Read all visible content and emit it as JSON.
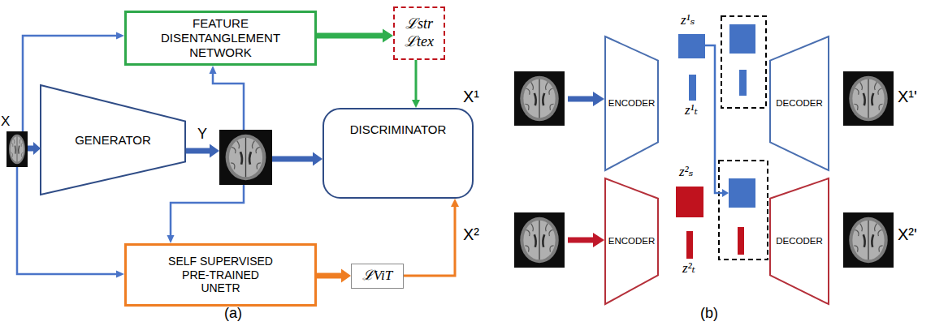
{
  "diagram": {
    "nodes": [
      {
        "text": [
          "FEATURE DISENTANGLEMENT NETWORK"
        ]
      },
      {
        "text": [
          "ℒstr",
          "ℒtex"
        ]
      },
      {
        "text": [
          "X"
        ]
      },
      {
        "text": [
          "GENERATOR"
        ]
      },
      {
        "text": [
          "Y"
        ]
      },
      {
        "text": [
          "DISCRIMINATOR"
        ]
      },
      {
        "text": [
          "SELF SUPERVISED PRE-TRAINED UNETR"
        ]
      },
      {
        "text": [
          "ℒViT"
        ]
      },
      {
        "text": [
          "ENCODER"
        ]
      },
      {
        "text": [
          "DECODER"
        ]
      },
      {
        "text": [
          "ENCODER"
        ]
      },
      {
        "text": [
          "DECODER"
        ]
      }
    ],
    "edges": [
      {
        "from": 2,
        "to": 0,
        "arrow": "to"
      },
      {
        "from": 2,
        "to": 3,
        "arrow": "to"
      },
      {
        "from": 2,
        "to": 6,
        "arrow": "to"
      },
      {
        "from": 3,
        "to": 4,
        "arrow": "to"
      },
      {
        "from": 4,
        "to": 5,
        "arrow": "to"
      },
      {
        "from": 4,
        "to": 0,
        "arrow": "to"
      },
      {
        "from": 4,
        "to": 6,
        "arrow": "to"
      },
      {
        "from": 0,
        "to": 1,
        "arrow": "to"
      },
      {
        "from": 1,
        "to": 5,
        "arrow": "to"
      },
      {
        "from": 6,
        "to": 7,
        "arrow": "to"
      },
      {
        "from": 7,
        "to": 5,
        "arrow": "to"
      }
    ],
    "labels": [
      "(a)",
      "(b)",
      "X¹",
      "z¹ₛ",
      "z¹ₜ",
      "X¹'",
      "X²",
      "z²ₛ",
      "z²ₜ",
      "X²'"
    ]
  }
}
